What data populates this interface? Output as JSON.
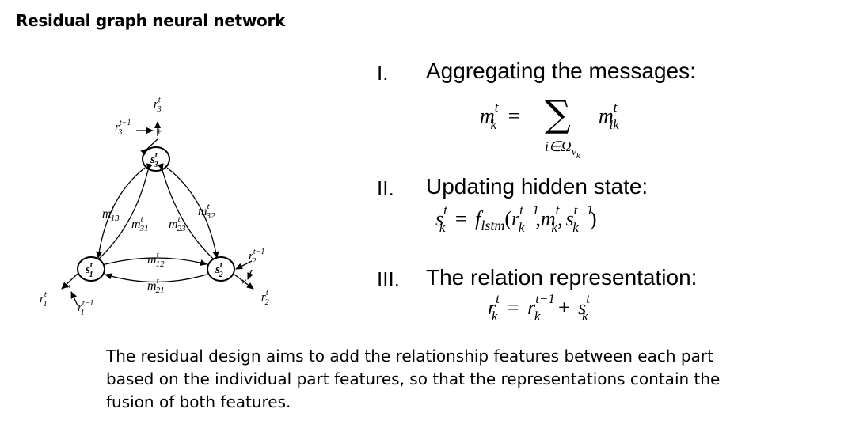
{
  "title": "Residual graph neural network",
  "graph": {
    "nodes": {
      "s1": {
        "base": "s",
        "sup": "t",
        "sub": "1"
      },
      "s2": {
        "base": "s",
        "sup": "t",
        "sub": "2"
      },
      "s3": {
        "base": "s",
        "sup": "t",
        "sub": "3"
      }
    },
    "messages": {
      "m13": {
        "base": "m",
        "sup": "t",
        "sub": "13"
      },
      "m31": {
        "base": "m",
        "sup": "t",
        "sub": "31"
      },
      "m23": {
        "base": "m",
        "sup": "t",
        "sub": "23"
      },
      "m32": {
        "base": "m",
        "sup": "t",
        "sub": "32"
      },
      "m12": {
        "base": "m",
        "sup": "t",
        "sub": "12"
      },
      "m21": {
        "base": "m",
        "sup": "t",
        "sub": "21"
      }
    },
    "relations": {
      "r3_prev": {
        "base": "r",
        "sup": "t−1",
        "sub": "3"
      },
      "r3": {
        "base": "r",
        "sup": "t",
        "sub": "3"
      },
      "r1_prev": {
        "base": "r",
        "sup": "t−1",
        "sub": "1"
      },
      "r1": {
        "base": "r",
        "sup": "t",
        "sub": "1"
      },
      "r2_prev": {
        "base": "r",
        "sup": "t−1",
        "sub": "2"
      },
      "r2": {
        "base": "r",
        "sup": "t",
        "sub": "2"
      }
    },
    "plus": "+",
    "times": "×"
  },
  "steps": [
    {
      "num": "I.",
      "label": "Aggregating the messages:"
    },
    {
      "num": "II.",
      "label": "Updating hidden state:"
    },
    {
      "num": "III.",
      "label": "The relation representation:"
    }
  ],
  "eq1": {
    "lhs": "m",
    "lhs_sup": "t",
    "lhs_sub": "k",
    "equals": "=",
    "sum": "∑",
    "rhs": "m",
    "rhs_sup": "t",
    "rhs_sub": "ik",
    "range": "i∈Ω",
    "range_sub": "v",
    "range_subsub": "k"
  },
  "eq2": {
    "lhs": "s",
    "lhs_sup": "t",
    "lhs_sub": "k",
    "equals": "=",
    "func": "f",
    "func_sub": "lstm",
    "open": "(",
    "a1": "r",
    "a1_sup": "t−1",
    "a1_sub": "k",
    "comma1": ",",
    "a2": "m",
    "a2_sup": "t",
    "a2_sub": "k",
    "comma2": ",",
    "a3": "s",
    "a3_sup": "t−1",
    "a3_sub": "k",
    "close": ")"
  },
  "eq3": {
    "lhs": "r",
    "lhs_sup": "t",
    "lhs_sub": "k",
    "equals": "=",
    "a1": "r",
    "a1_sup": "t−1",
    "a1_sub": "k",
    "plus": "+",
    "a2": "s",
    "a2_sup": "t",
    "a2_sub": "k"
  },
  "paragraph": "The residual design aims to add the relationship features between each part based on the individual part features, so that the representations contain the fusion of both features."
}
